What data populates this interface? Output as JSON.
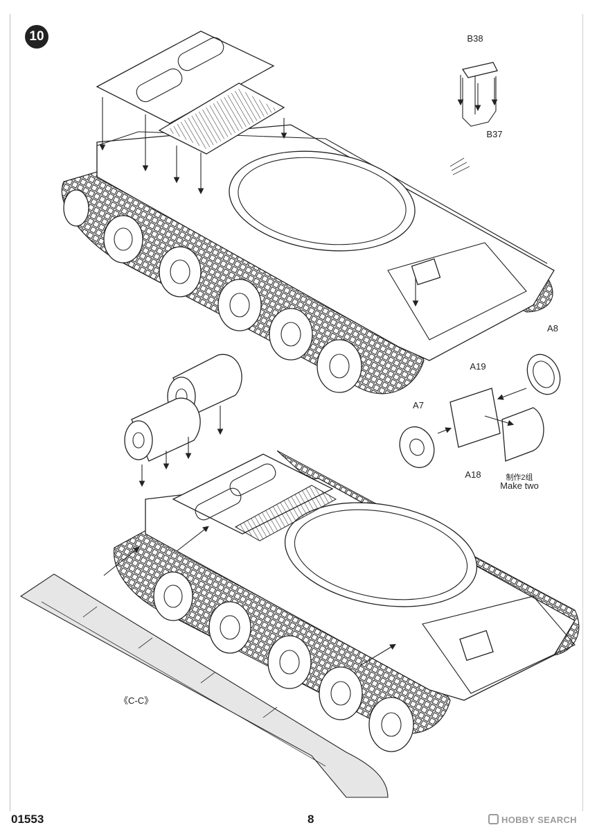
{
  "step": {
    "number": "10"
  },
  "parts": {
    "b38": "B38",
    "b37": "B37",
    "a8": "A8",
    "a19": "A19",
    "a7": "A7",
    "a18": "A18",
    "cc": "《C-C》"
  },
  "note": {
    "chinese": "制作2组",
    "english": "Make two"
  },
  "footer": {
    "code": "01553",
    "page": "8",
    "watermark": "HOBBY SEARCH"
  }
}
